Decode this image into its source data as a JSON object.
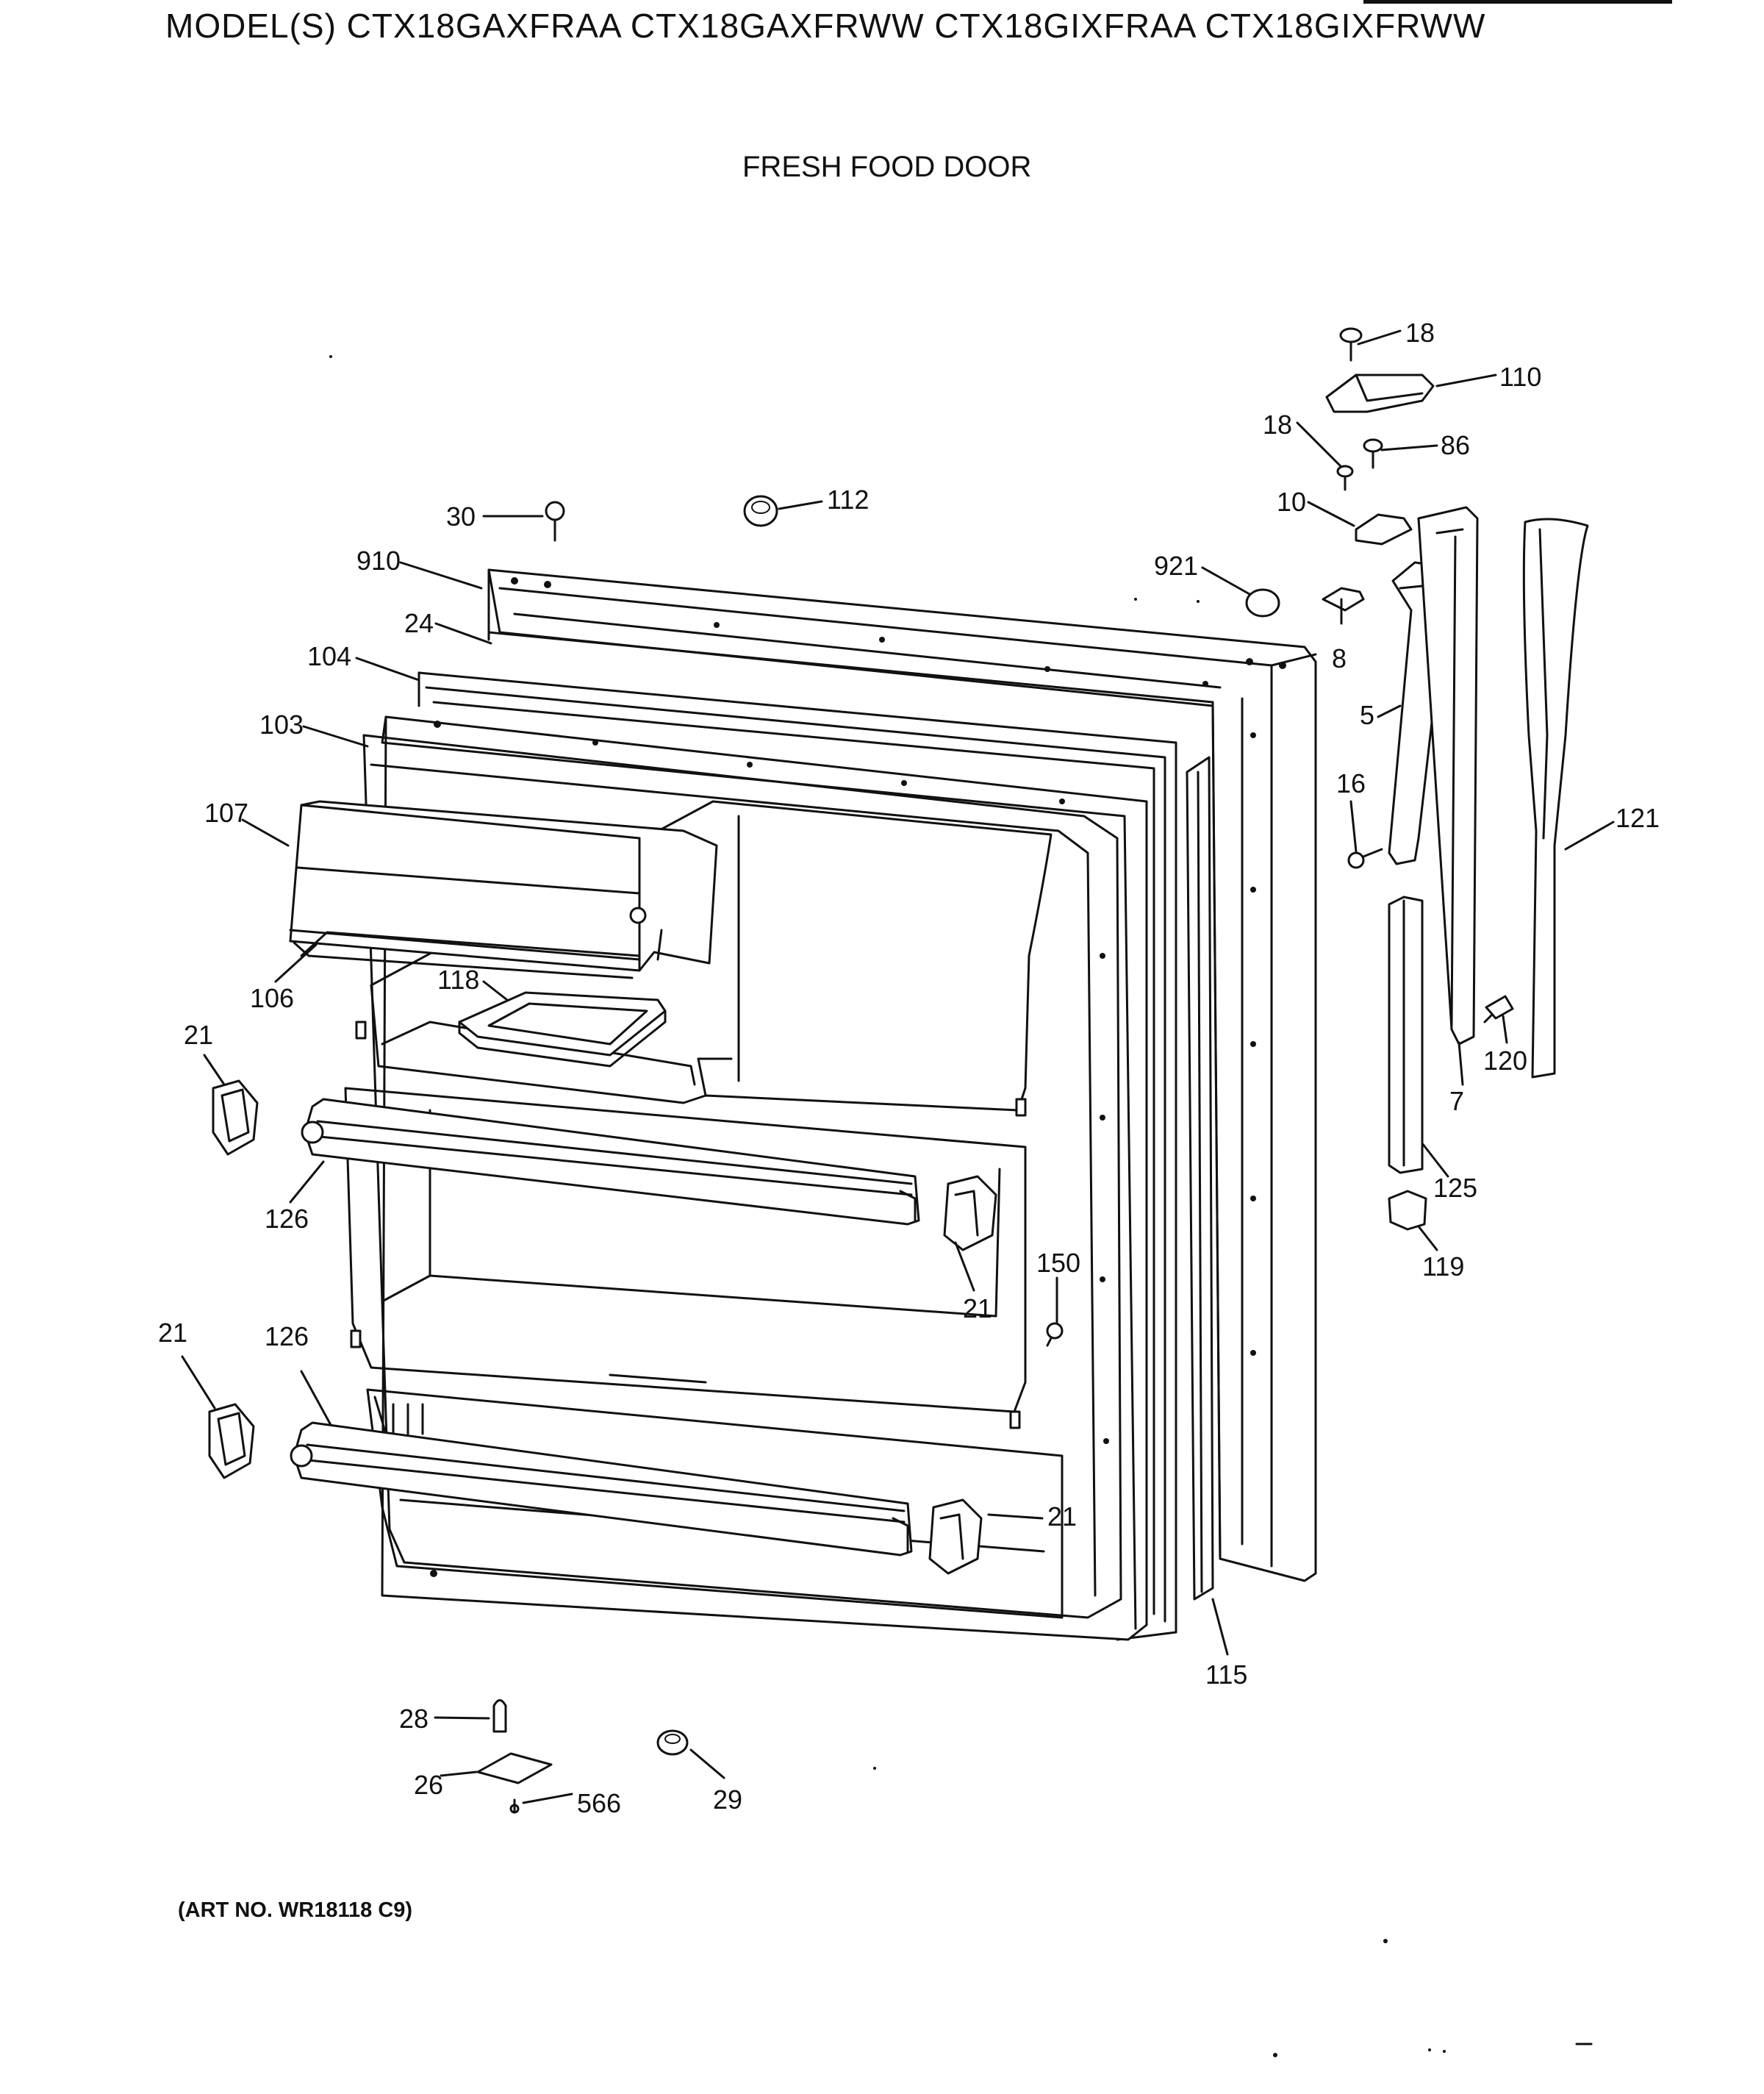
{
  "header": {
    "models": "MODEL(S) CTX18GAXFRAA  CTX18GAXFRWW  CTX18GIXFRAA  CTX18GIXFRWW",
    "section": "FRESH FOOD DOOR"
  },
  "footer": {
    "art_no": "(ART NO. WR18118 C9)"
  },
  "callouts": {
    "c18a": "18",
    "c110": "110",
    "c18b": "18",
    "c86": "86",
    "c10": "10",
    "c30": "30",
    "c112": "112",
    "c910": "910",
    "c921": "921",
    "c24": "24",
    "c8": "8",
    "c104": "104",
    "c5": "5",
    "c103": "103",
    "c16": "16",
    "c107": "107",
    "c121": "121",
    "c106": "106",
    "c118": "118",
    "c21a": "21",
    "c120": "120",
    "c7": "7",
    "c126a": "126",
    "c125": "125",
    "c119": "119",
    "c150": "150",
    "c21b": "21",
    "c21c": "21",
    "c126b": "126",
    "c21d": "21",
    "c115": "115",
    "c28": "28",
    "c26": "26",
    "c566": "566",
    "c29": "29"
  }
}
